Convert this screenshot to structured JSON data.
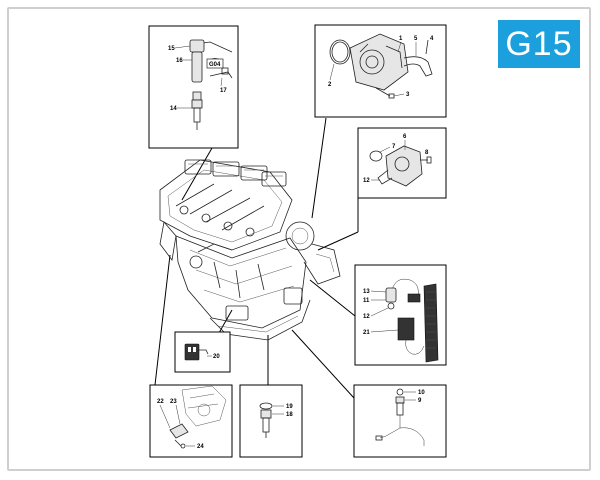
{
  "badge": {
    "label": "G15",
    "color": "#1ba0dd"
  },
  "callouts": {
    "spark_plug_box": [
      "15",
      "16",
      "G04",
      "17",
      "14"
    ],
    "coolant_pump_box": [
      "1",
      "5",
      "4",
      "2",
      "3"
    ],
    "thermostat_box": [
      "6",
      "7",
      "8",
      "12"
    ],
    "sensor_wiring_box": [
      "13",
      "11",
      "12",
      "21"
    ],
    "connector_box": [
      "20"
    ],
    "crank_sensor_box": [
      "22",
      "23",
      "24"
    ],
    "temp_sensor_box": [
      "19",
      "18"
    ],
    "oil_sensor_box": [
      "10",
      "9"
    ]
  }
}
